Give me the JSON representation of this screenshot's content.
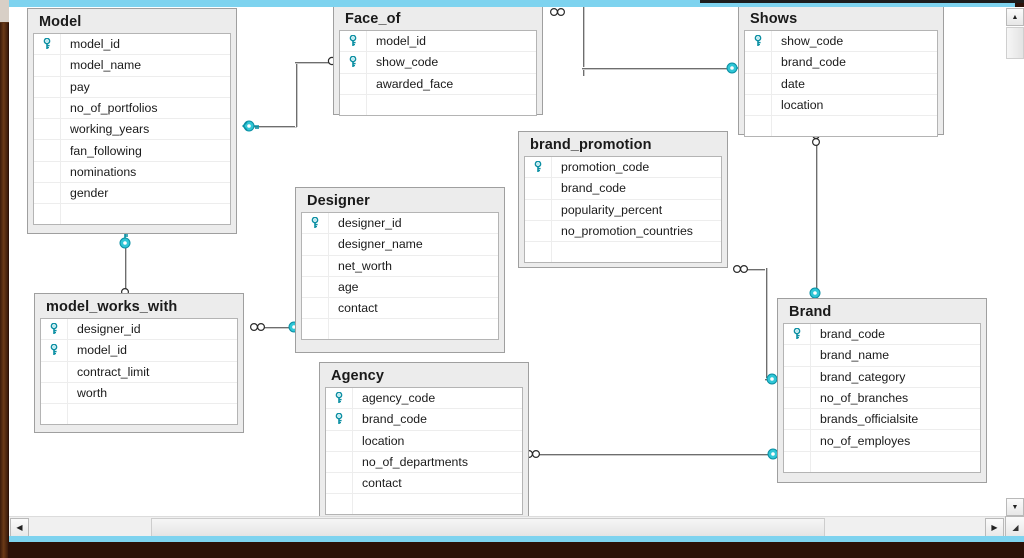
{
  "app": {
    "kind": "er-diagram-canvas",
    "accent_cyan": "#7ed3ef",
    "key_color": "#2fc6d6",
    "table_header_bg": "#ececec",
    "line_color": "#6e6e6e"
  },
  "scrollbars": {
    "h_left_arrow": "◀",
    "h_right_arrow": "▶",
    "v_up_arrow": "▲",
    "v_down_arrow": "▼",
    "resize_grip": "◢"
  },
  "tables": [
    {
      "id": "model",
      "name": "Model",
      "fields": [
        {
          "name": "model_id",
          "key": true
        },
        {
          "name": "model_name",
          "key": false
        },
        {
          "name": "pay",
          "key": false
        },
        {
          "name": "no_of_portfolios",
          "key": false
        },
        {
          "name": "working_years",
          "key": false
        },
        {
          "name": "fan_following",
          "key": false
        },
        {
          "name": "nominations",
          "key": false
        },
        {
          "name": "gender",
          "key": false
        }
      ]
    },
    {
      "id": "face_of",
      "name": "Face_of",
      "fields": [
        {
          "name": "model_id",
          "key": true
        },
        {
          "name": "show_code",
          "key": true
        },
        {
          "name": "awarded_face",
          "key": false
        }
      ]
    },
    {
      "id": "shows",
      "name": "Shows",
      "fields": [
        {
          "name": "show_code",
          "key": true
        },
        {
          "name": "brand_code",
          "key": false
        },
        {
          "name": "date",
          "key": false
        },
        {
          "name": "location",
          "key": false
        }
      ]
    },
    {
      "id": "brand_promotion",
      "name": "brand_promotion",
      "fields": [
        {
          "name": "promotion_code",
          "key": true
        },
        {
          "name": "brand_code",
          "key": false
        },
        {
          "name": "popularity_percent",
          "key": false
        },
        {
          "name": "no_promotion_countries",
          "key": false
        }
      ]
    },
    {
      "id": "designer",
      "name": "Designer",
      "fields": [
        {
          "name": "designer_id",
          "key": true
        },
        {
          "name": "designer_name",
          "key": false
        },
        {
          "name": "net_worth",
          "key": false
        },
        {
          "name": "age",
          "key": false
        },
        {
          "name": "contact",
          "key": false
        }
      ]
    },
    {
      "id": "model_works_with",
      "name": "model_works_with",
      "fields": [
        {
          "name": "designer_id",
          "key": true
        },
        {
          "name": "model_id",
          "key": true
        },
        {
          "name": "contract_limit",
          "key": false
        },
        {
          "name": "worth",
          "key": false
        }
      ]
    },
    {
      "id": "agency",
      "name": "Agency",
      "fields": [
        {
          "name": "agency_code",
          "key": true
        },
        {
          "name": "brand_code",
          "key": true
        },
        {
          "name": "location",
          "key": false
        },
        {
          "name": "no_of_departments",
          "key": false
        },
        {
          "name": "contact",
          "key": false
        }
      ]
    },
    {
      "id": "brand",
      "name": "Brand",
      "fields": [
        {
          "name": "brand_code",
          "key": true
        },
        {
          "name": "brand_name",
          "key": false
        },
        {
          "name": "brand_category",
          "key": false
        },
        {
          "name": "no_of_branches",
          "key": false
        },
        {
          "name": "brands_officialsite",
          "key": false
        },
        {
          "name": "no_of_employes",
          "key": false
        }
      ]
    }
  ],
  "relationships": [
    {
      "id": "model-face_of",
      "from": "Model",
      "to": "Face_of",
      "from_end": "one",
      "to_end": "many"
    },
    {
      "id": "face_of-shows",
      "from": "Face_of",
      "to": "Shows",
      "from_end": "many",
      "to_end": "one"
    },
    {
      "id": "shows-brand",
      "from": "Shows",
      "to": "Brand",
      "from_end": "many",
      "to_end": "one"
    },
    {
      "id": "model-model_works_with",
      "from": "Model",
      "to": "model_works_with",
      "from_end": "one",
      "to_end": "many"
    },
    {
      "id": "model_works_with-designer",
      "from": "model_works_with",
      "to": "Designer",
      "from_end": "many",
      "to_end": "one"
    },
    {
      "id": "brand_promotion-brand",
      "from": "brand_promotion",
      "to": "Brand",
      "from_end": "many",
      "to_end": "one"
    },
    {
      "id": "agency-brand",
      "from": "Agency",
      "to": "Brand",
      "from_end": "many",
      "to_end": "one"
    }
  ]
}
